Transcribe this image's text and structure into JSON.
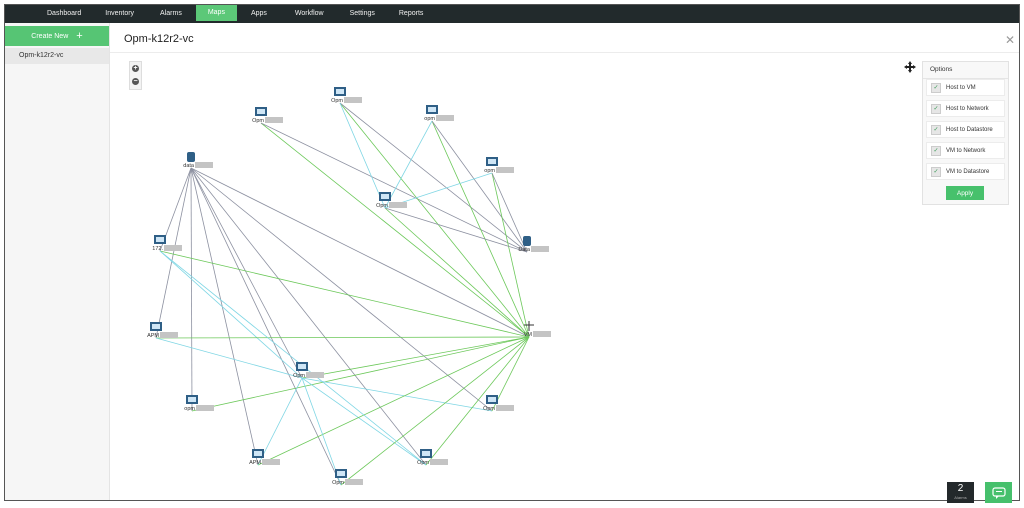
{
  "nav": {
    "tabs": [
      {
        "label": "Dashboard"
      },
      {
        "label": "Inventory"
      },
      {
        "label": "Alarms"
      },
      {
        "label": "Maps",
        "active": true
      },
      {
        "label": "Apps"
      },
      {
        "label": "Workflow"
      },
      {
        "label": "Settings"
      },
      {
        "label": "Reports"
      }
    ]
  },
  "sidebar": {
    "create_label": "Create New",
    "items": [
      {
        "label": "Opm-k12r2-vc"
      }
    ]
  },
  "main": {
    "title": "Opm-k12r2-vc"
  },
  "map": {
    "nodes": [
      {
        "id": "n1",
        "label": "Opm",
        "type": "host"
      },
      {
        "id": "n2",
        "label": "Opm",
        "type": "host"
      },
      {
        "id": "n3",
        "label": "opm",
        "type": "host"
      },
      {
        "id": "n4",
        "label": "opm",
        "type": "host"
      },
      {
        "id": "n5",
        "label": "Opm",
        "type": "vm"
      },
      {
        "id": "n6",
        "label": "Data",
        "type": "datastore"
      },
      {
        "id": "n7",
        "label": "VM",
        "type": "network"
      },
      {
        "id": "n8",
        "label": "data",
        "type": "datastore"
      },
      {
        "id": "n9",
        "label": "172.",
        "type": "host"
      },
      {
        "id": "n10",
        "label": "APM",
        "type": "host"
      },
      {
        "id": "n11",
        "label": "opm",
        "type": "host"
      },
      {
        "id": "n12",
        "label": "Opm",
        "type": "vm"
      },
      {
        "id": "n13",
        "label": "APM",
        "type": "host"
      },
      {
        "id": "n14",
        "label": "Opm",
        "type": "host"
      },
      {
        "id": "n15",
        "label": "Opm",
        "type": "host"
      },
      {
        "id": "n16",
        "label": "Opm",
        "type": "host"
      }
    ],
    "edge_colors": {
      "host_to_vm": "#7fd6e4",
      "host_to_network": "#6cc85a",
      "host_to_datastore": "#8c90a0"
    }
  },
  "options": {
    "title": "Options",
    "items": [
      {
        "label": "Host to VM",
        "checked": true
      },
      {
        "label": "Host to Network",
        "checked": true
      },
      {
        "label": "Host to Datastore",
        "checked": true
      },
      {
        "label": "VM to Network",
        "checked": true
      },
      {
        "label": "VM to Datastore",
        "checked": true
      }
    ],
    "apply_label": "Apply"
  },
  "footer": {
    "alarm_count": "2",
    "alarm_label": "Alarms"
  },
  "colors": {
    "accent": "#5cc878",
    "nav_bg": "#222a2c",
    "node_icon": "#2f5f86"
  },
  "icons": {
    "move": "move-arrows-icon",
    "close": "close-icon",
    "chat": "chat-icon",
    "zoom_in": "zoom-in-icon",
    "zoom_out": "zoom-out-icon"
  }
}
